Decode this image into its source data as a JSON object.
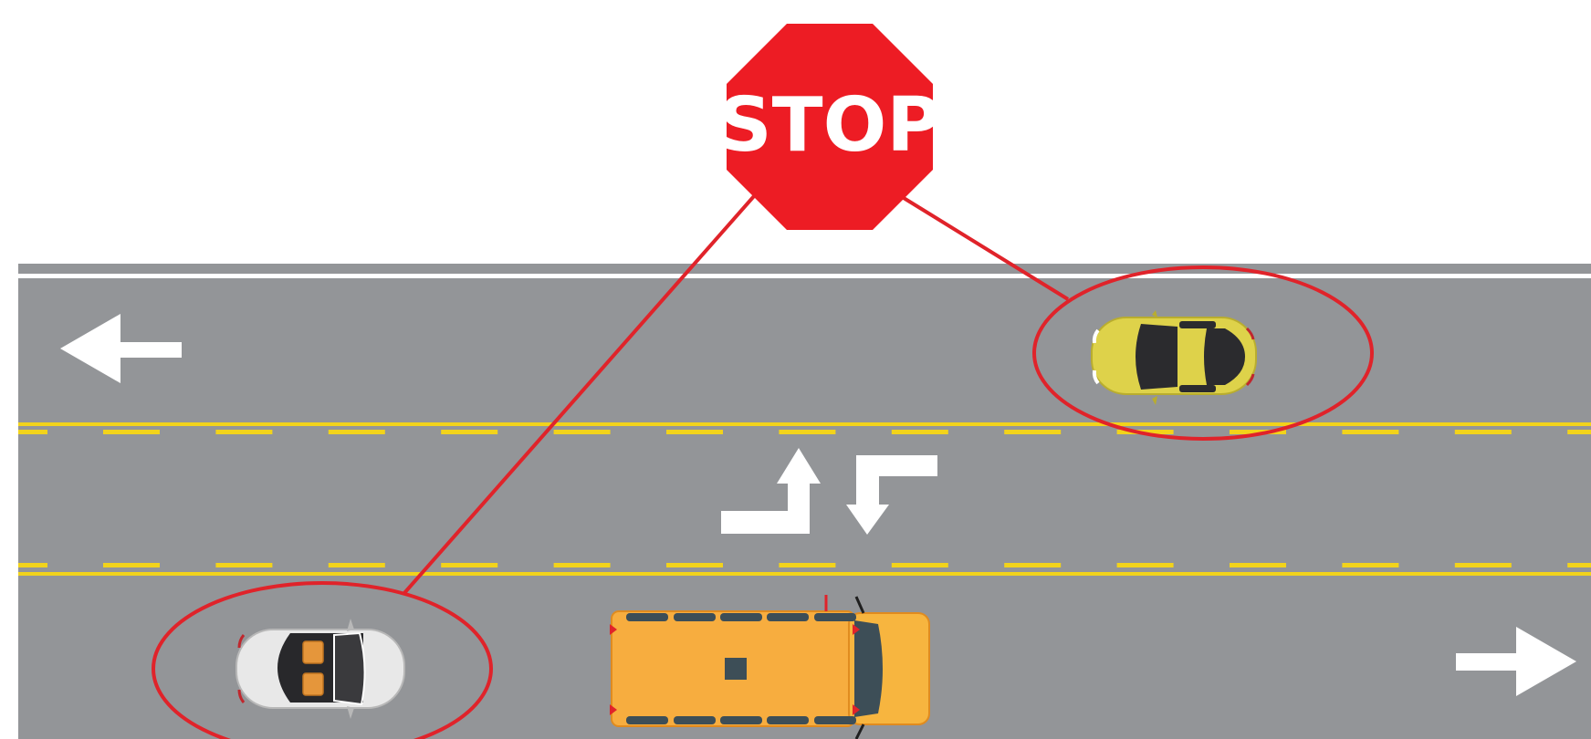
{
  "stop_sign": {
    "text": "STOP"
  },
  "colors": {
    "road": "#939598",
    "lane_yellow": "#f2d31b",
    "edge_white": "#ffffff",
    "stop_red": "#ed1c24",
    "highlight_red": "#e0232a",
    "bus_orange": "#f7ad3f",
    "yellow_car": "#ded24a",
    "white_car": "#e8e8e8"
  },
  "icons": [
    "left-lane-arrow-icon",
    "right-lane-arrow-icon",
    "turn-up-arrow-icon",
    "turn-down-arrow-icon"
  ],
  "vehicles": [
    {
      "name": "yellow-car",
      "direction": "westbound",
      "highlighted": true
    },
    {
      "name": "white-convertible",
      "direction": "eastbound",
      "highlighted": true
    },
    {
      "name": "school-bus",
      "direction": "eastbound",
      "highlighted": false,
      "stop_arm": "extended"
    }
  ]
}
